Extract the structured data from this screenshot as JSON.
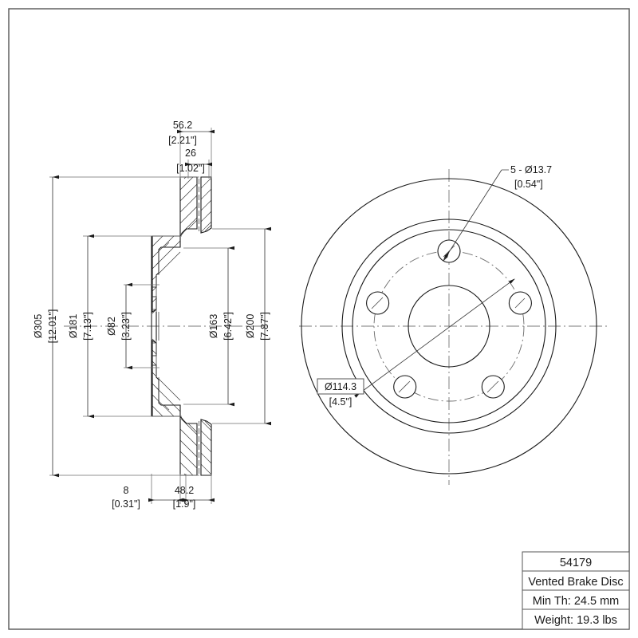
{
  "drawing": {
    "title_block": {
      "part_number": "54179",
      "description": "Vented Brake Disc",
      "min_thickness": "Min Th: 24.5 mm",
      "weight": "Weight: 19.3 lbs"
    },
    "section_view": {
      "top_dims": [
        {
          "metric": "56.2",
          "imperial": "[2.21\"]"
        },
        {
          "metric": "26",
          "imperial": "[1.02\"]"
        }
      ],
      "bottom_dims": [
        {
          "metric": "8",
          "imperial": "[0.31\"]"
        },
        {
          "metric": "48.2",
          "imperial": "[1.9\"]"
        }
      ],
      "left_dims": [
        {
          "metric": "Ø305",
          "imperial": "[12.01\"]"
        },
        {
          "metric": "Ø181",
          "imperial": "[7.13\"]"
        },
        {
          "metric": "Ø82",
          "imperial": "[3.23\"]"
        }
      ],
      "right_dims": [
        {
          "metric": "Ø163",
          "imperial": "[6.42\"]"
        },
        {
          "metric": "Ø200",
          "imperial": "[7.87\"]"
        }
      ]
    },
    "front_view": {
      "hole_callout": {
        "metric": "5 - Ø13.7",
        "imperial": "[0.54\"]"
      },
      "bolt_circle": {
        "metric": "Ø114.3",
        "imperial": "[4.5\"]"
      }
    },
    "colors": {
      "line": "#1a1a1a",
      "center_line": "#7a7a7a",
      "border": "#555555",
      "background": "#ffffff"
    }
  }
}
